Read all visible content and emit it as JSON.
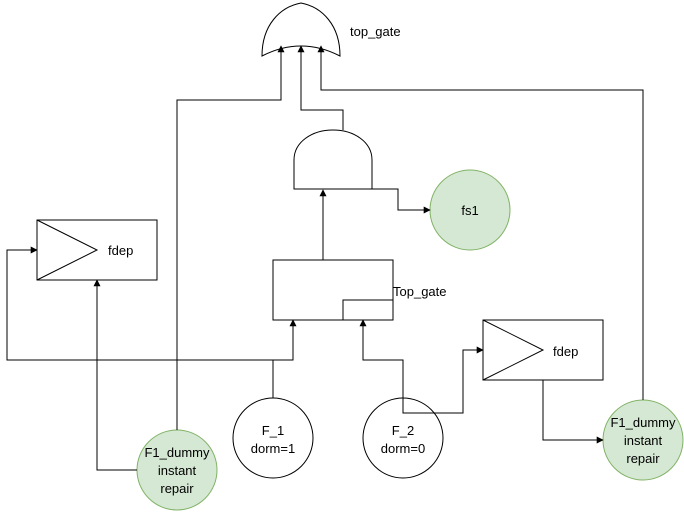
{
  "labels": {
    "top_or_gate": "top_gate",
    "and_gate_output": "fs1",
    "fdep_left": "fdep",
    "fdep_right": "fdep",
    "pand_gate": "Top_gate",
    "f1_line1": "F_1",
    "f1_line2": "dorm=1",
    "f2_line1": "F_2",
    "f2_line2": "dorm=0",
    "dummy_left_line1": "F1_dummy",
    "dummy_left_line2": "instant",
    "dummy_left_line3": "repair",
    "dummy_right_line1": "F1_dummy",
    "dummy_right_line2": "instant",
    "dummy_right_line3": "repair"
  },
  "colors": {
    "event_fill_green": "#d5e8d4",
    "event_stroke_green": "#82b366",
    "stroke": "#000000",
    "background": "#ffffff"
  }
}
